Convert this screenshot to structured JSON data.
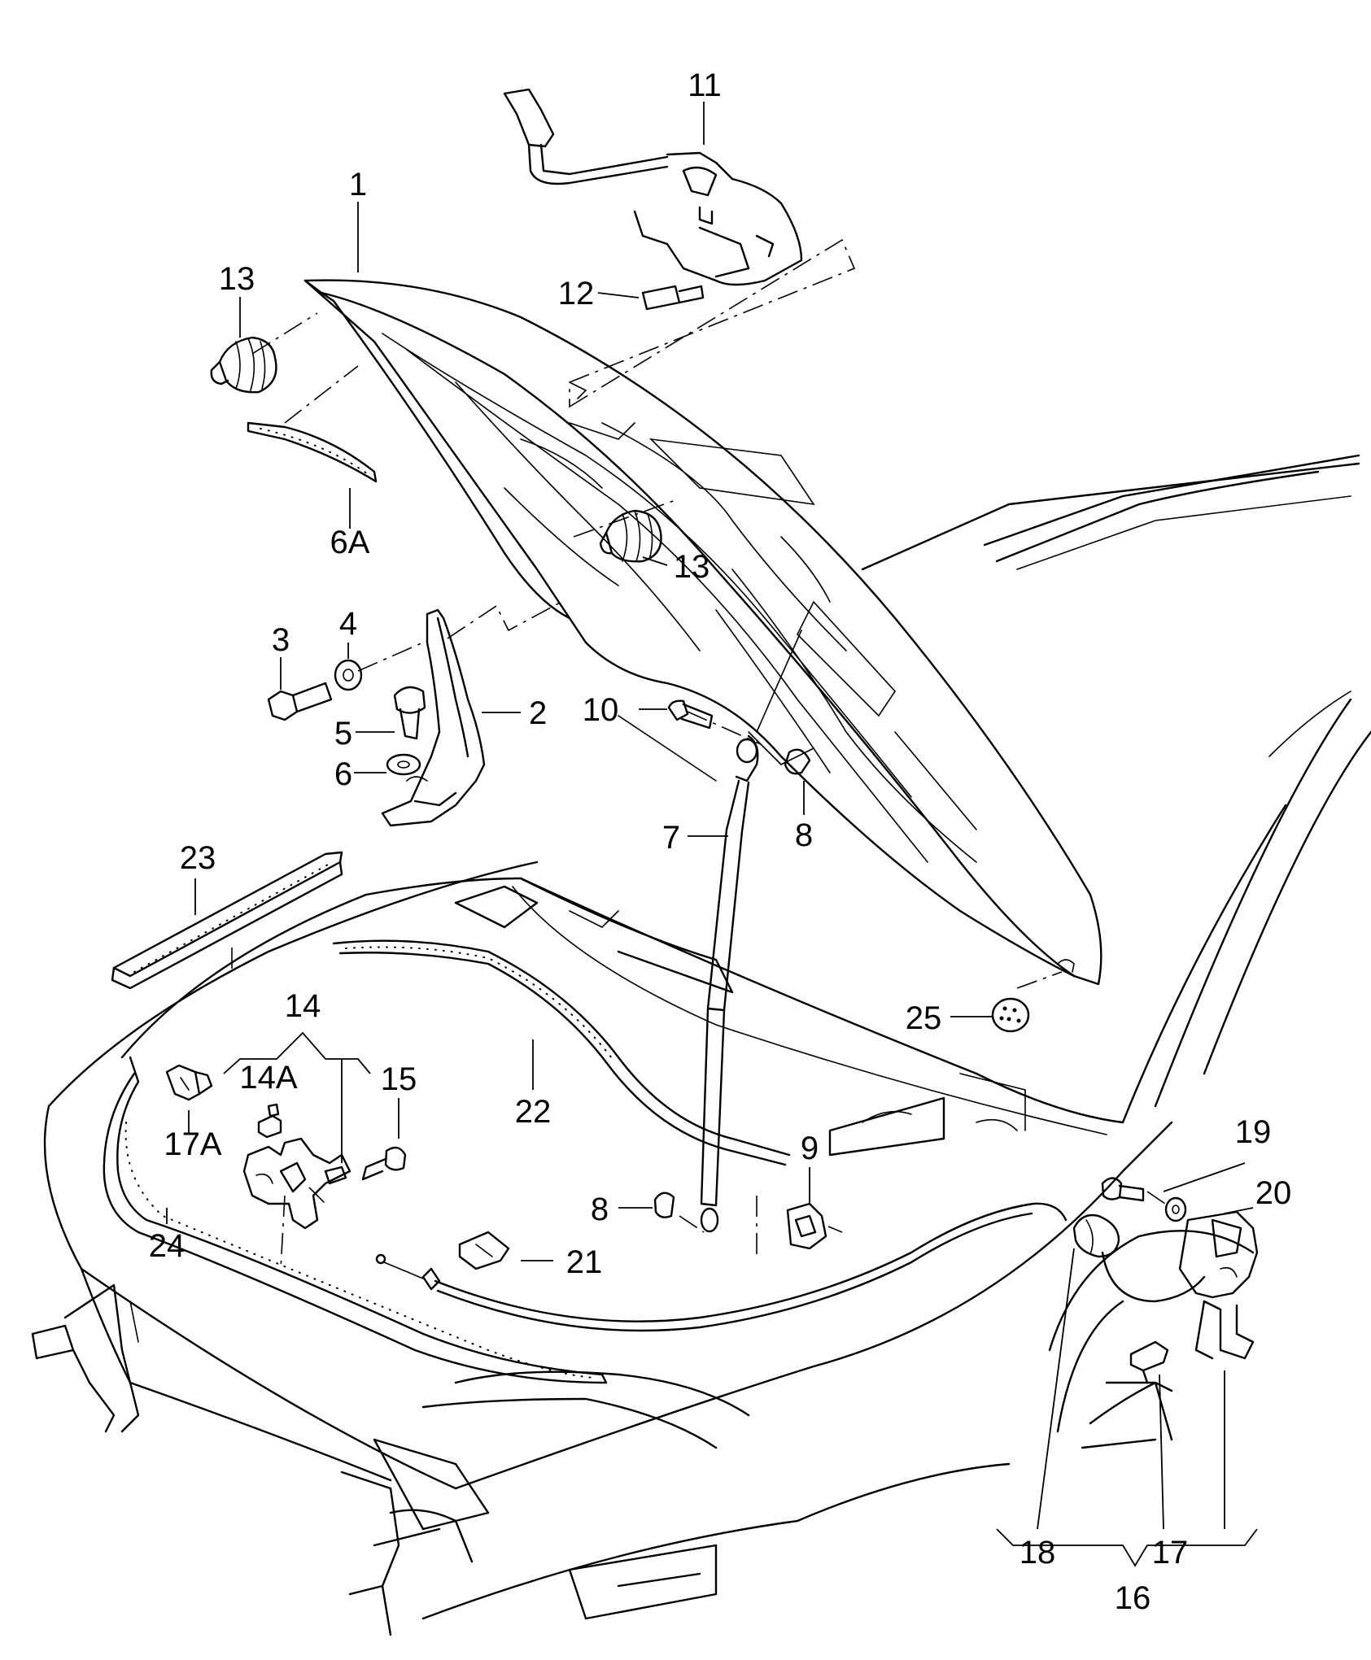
{
  "callouts": [
    {
      "id": "c11",
      "text": "11"
    },
    {
      "id": "c1",
      "text": "1"
    },
    {
      "id": "c13a",
      "text": "13"
    },
    {
      "id": "c12",
      "text": "12"
    },
    {
      "id": "c6a",
      "text": "6A"
    },
    {
      "id": "c13b",
      "text": "13"
    },
    {
      "id": "c4",
      "text": "4"
    },
    {
      "id": "c3",
      "text": "3"
    },
    {
      "id": "c2",
      "text": "2"
    },
    {
      "id": "c5",
      "text": "5"
    },
    {
      "id": "c10",
      "text": "10"
    },
    {
      "id": "c6",
      "text": "6"
    },
    {
      "id": "c7",
      "text": "7"
    },
    {
      "id": "c8a",
      "text": "8"
    },
    {
      "id": "c23",
      "text": "23"
    },
    {
      "id": "c25",
      "text": "25"
    },
    {
      "id": "c14",
      "text": "14"
    },
    {
      "id": "c22",
      "text": "22"
    },
    {
      "id": "c14a",
      "text": "14A"
    },
    {
      "id": "c15",
      "text": "15"
    },
    {
      "id": "c17a",
      "text": "17A"
    },
    {
      "id": "c9",
      "text": "9"
    },
    {
      "id": "c19",
      "text": "19"
    },
    {
      "id": "c20",
      "text": "20"
    },
    {
      "id": "c8b",
      "text": "8"
    },
    {
      "id": "c24",
      "text": "24"
    },
    {
      "id": "c21",
      "text": "21"
    },
    {
      "id": "c18",
      "text": "18"
    },
    {
      "id": "c17",
      "text": "17"
    },
    {
      "id": "c16",
      "text": "16"
    }
  ]
}
